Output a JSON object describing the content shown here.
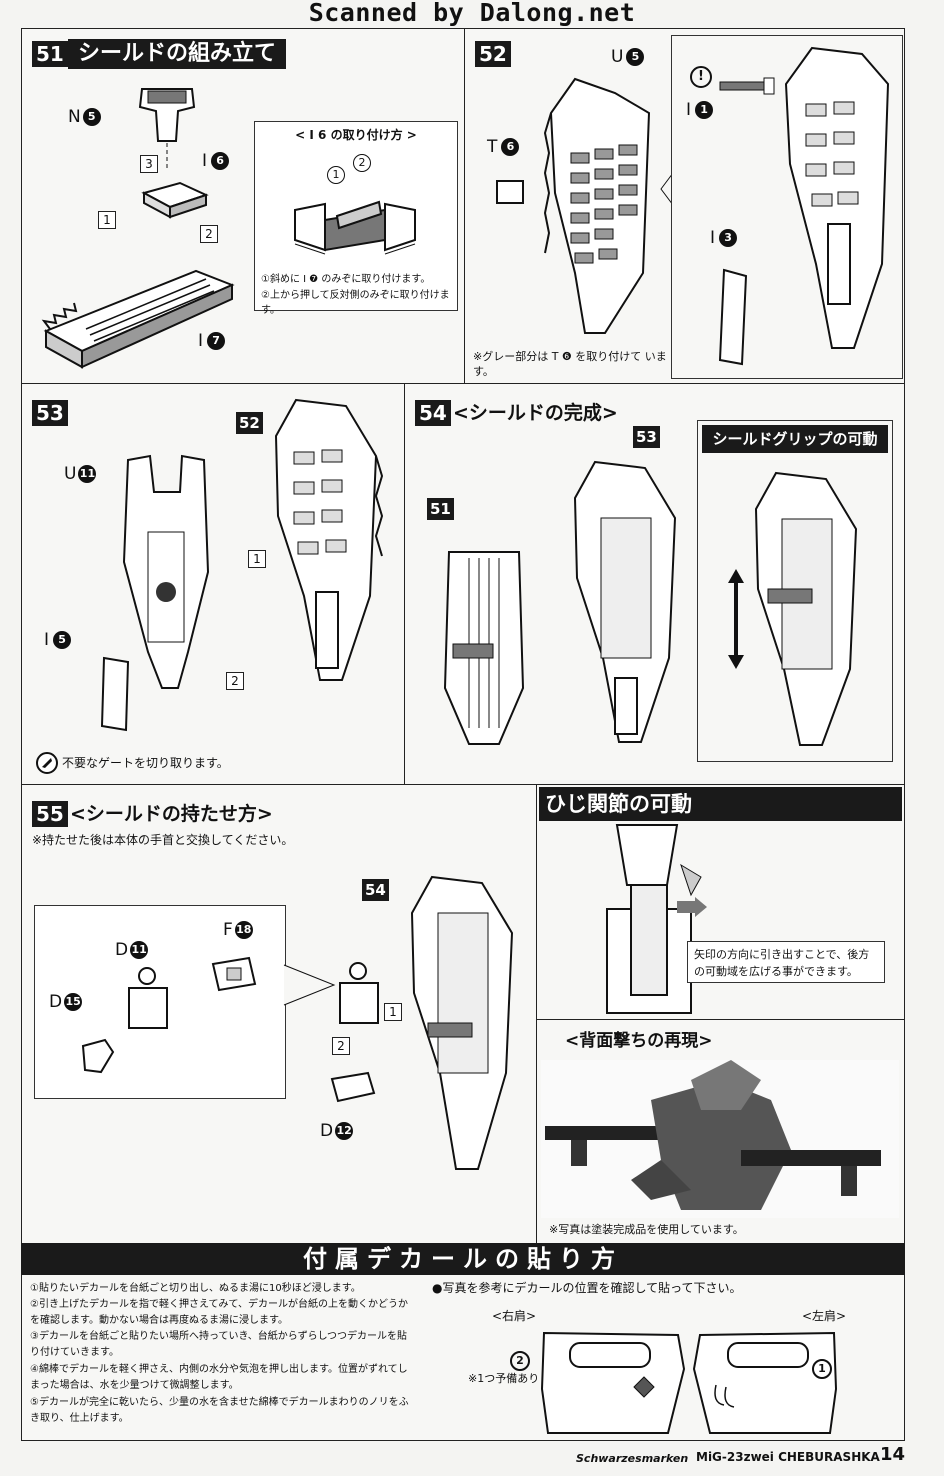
{
  "header": {
    "scan_credit": "Scanned by Dalong.net"
  },
  "step51": {
    "number": "51",
    "title": "シールドの組み立て",
    "parts": {
      "n5": "N",
      "n5_num": "5",
      "i6": "I",
      "i6_num": "6",
      "i7": "I",
      "i7_num": "7"
    },
    "order": [
      "1",
      "2",
      "3"
    ],
    "inset": {
      "title": "< I 6 の取り付け方 >",
      "marks": [
        "1",
        "2"
      ],
      "notes": [
        "①斜めに I ❼ のみぞに取り付けます。",
        "②上から押して反対側のみぞに取り付けます。"
      ]
    }
  },
  "step52": {
    "number": "52",
    "parts": {
      "u5": "U",
      "u5_num": "5",
      "t6": "T",
      "t6_num": "6",
      "i1": "I",
      "i1_num": "1",
      "i3": "I",
      "i3_num": "3"
    },
    "note": "※グレー部分は T ❻ を取り付けて います。"
  },
  "step53": {
    "number": "53",
    "ref": "52",
    "parts": {
      "u11": "U",
      "u11_num": "11",
      "i5": "I",
      "i5_num": "5"
    },
    "order": [
      "1",
      "2"
    ],
    "gate_note": "不要なゲートを切り取ります。"
  },
  "step54": {
    "number": "54",
    "title": "<シールドの完成>",
    "refs": [
      "51",
      "53"
    ],
    "grip_box": "シールドグリップの可動"
  },
  "step55": {
    "number": "55",
    "title": "<シールドの持たせ方>",
    "note": "※持たせた後は本体の手首と交換してください。",
    "ref": "54",
    "parts": {
      "d11": "D",
      "d11_num": "11",
      "d15": "D",
      "d15_num": "15",
      "f18": "F",
      "f18_num": "18",
      "d12": "D",
      "d12_num": "12"
    },
    "order": [
      "1",
      "2"
    ]
  },
  "elbow": {
    "title": "ひじ関節の可動",
    "note": "矢印の方向に引き出すことで、後方の可動域を広げる事ができます。"
  },
  "backshot": {
    "title": "<背面撃ちの再現>",
    "caption": "※写真は塗装完成品を使用しています。"
  },
  "decal": {
    "title": "付属デカールの貼り方",
    "steps": [
      "①貼りたいデカールを台紙ごと切り出し、ぬるま湯に10秒ほど浸します。",
      "②引き上げたデカールを指で軽く押さえてみて、デカールが台紙の上を動くかどうか",
      "を確認します。動かない場合は再度ぬるま湯に浸します。",
      "③デカールを台紙ごと貼りたい場所へ持っていき、台紙からずらしつつデカールを貼",
      "り付けていきます。",
      "④綿棒でデカールを軽く押さえ、内側の水分や気泡を押し出します。位置がずれてし",
      "まった場合は、水を少量つけて微調整します。",
      "⑤デカールが完全に乾いたら、少量の水を含ませた綿棒でデカールまわりのノリをふ",
      "き取り、仕上げます。"
    ],
    "photo_note": "●写真を参考にデカールの位置を確認して貼って下さい。",
    "right_shoulder": "<右肩>",
    "left_shoulder": "<左肩>",
    "mark1": "1",
    "mark2": "2",
    "spare": "※1つ予備あり"
  },
  "footer": {
    "series": "Schwarzesmarken",
    "model": "MiG-23zwei CHEBURASHKA",
    "page": "14"
  }
}
